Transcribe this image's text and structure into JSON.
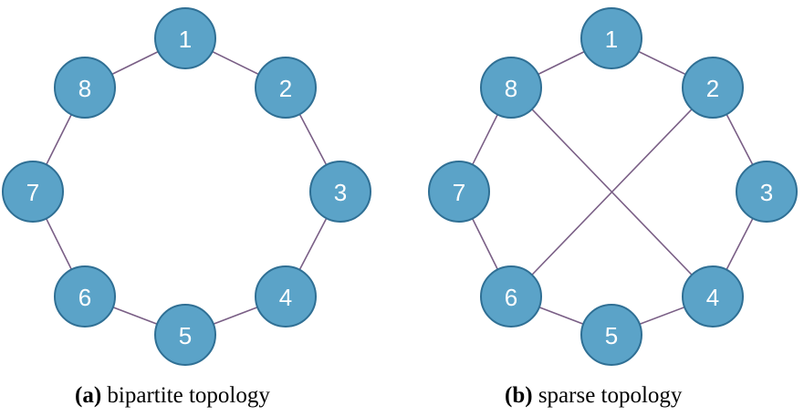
{
  "diagrams": [
    {
      "id": "a",
      "caption_tag": "(a)",
      "caption_text": " bipartite topology",
      "nodes": [
        "1",
        "2",
        "3",
        "4",
        "5",
        "6",
        "7",
        "8"
      ],
      "edges": [
        [
          "1",
          "2"
        ],
        [
          "2",
          "3"
        ],
        [
          "3",
          "4"
        ],
        [
          "4",
          "5"
        ],
        [
          "5",
          "6"
        ],
        [
          "6",
          "7"
        ],
        [
          "7",
          "8"
        ],
        [
          "8",
          "1"
        ]
      ]
    },
    {
      "id": "b",
      "caption_tag": "(b)",
      "caption_text": " sparse topology",
      "nodes": [
        "1",
        "2",
        "3",
        "4",
        "5",
        "6",
        "7",
        "8"
      ],
      "edges": [
        [
          "1",
          "2"
        ],
        [
          "2",
          "3"
        ],
        [
          "3",
          "4"
        ],
        [
          "4",
          "5"
        ],
        [
          "5",
          "6"
        ],
        [
          "6",
          "7"
        ],
        [
          "7",
          "8"
        ],
        [
          "8",
          "1"
        ],
        [
          "8",
          "4"
        ],
        [
          "2",
          "6"
        ]
      ]
    }
  ],
  "colors": {
    "node_fill": "#5ba3c8",
    "node_stroke": "#2f6f94",
    "edge": "#7a5f86",
    "label": "#ffffff"
  }
}
